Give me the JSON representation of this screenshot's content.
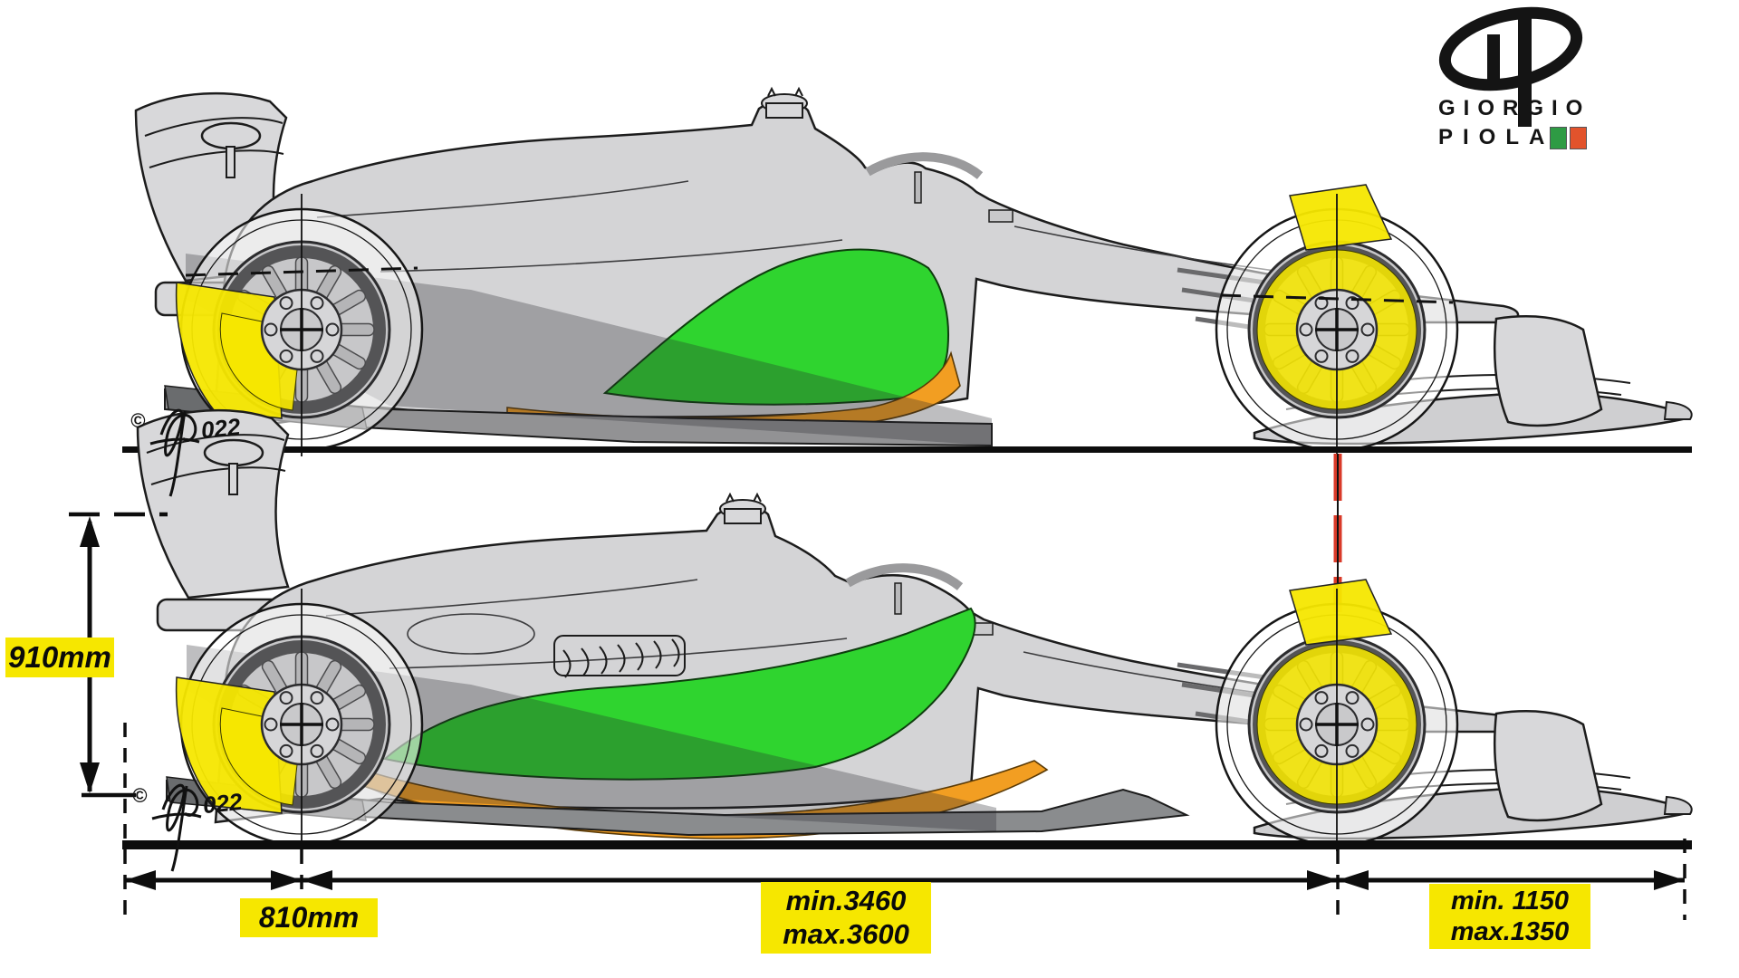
{
  "logo": {
    "name_line1": "GIORGIO",
    "name_line2": "PIOLA"
  },
  "annotations": {
    "height_label": "910mm",
    "rear_overhang_label": "810mm",
    "wheelbase_min": "min.3460",
    "wheelbase_max": "max.3600",
    "front_overhang_min": "min. 1150",
    "front_overhang_max": "max.1350",
    "signature_copyright": "©",
    "signature_year": "022"
  },
  "colors": {
    "label_yellow": "#F6E700",
    "highlight_green": "#2FD42F",
    "highlight_orange": "#F29E22",
    "wheel_yellow": "#F6E700",
    "body_gray": "#D4D4D6",
    "floor_gray": "#8A8C8E",
    "diffuser_gray": "#6A6C6E",
    "reference_red": "#D93A28",
    "line_black": "#0D0D0D",
    "flag_green": "#2E9B44",
    "flag_red": "#E2532C"
  }
}
